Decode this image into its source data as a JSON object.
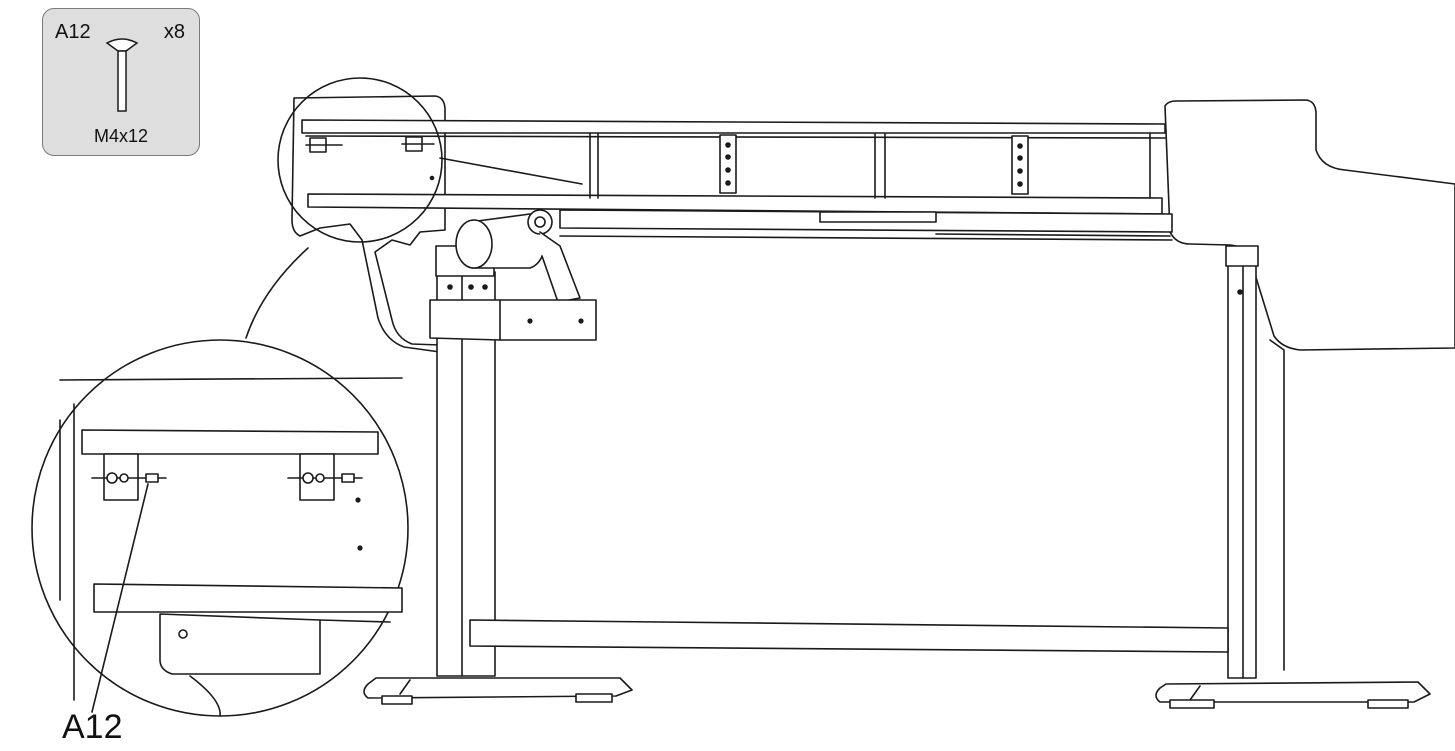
{
  "parts_box": {
    "code": "A12",
    "quantity": "x8",
    "size": "M4x12"
  },
  "callout": {
    "label": "A12"
  },
  "colors": {
    "line": "#1a1a1a",
    "panel": "#dedede",
    "panel_border": "#7a7a7a"
  },
  "icons": {
    "part_glyph": "screw-icon"
  }
}
